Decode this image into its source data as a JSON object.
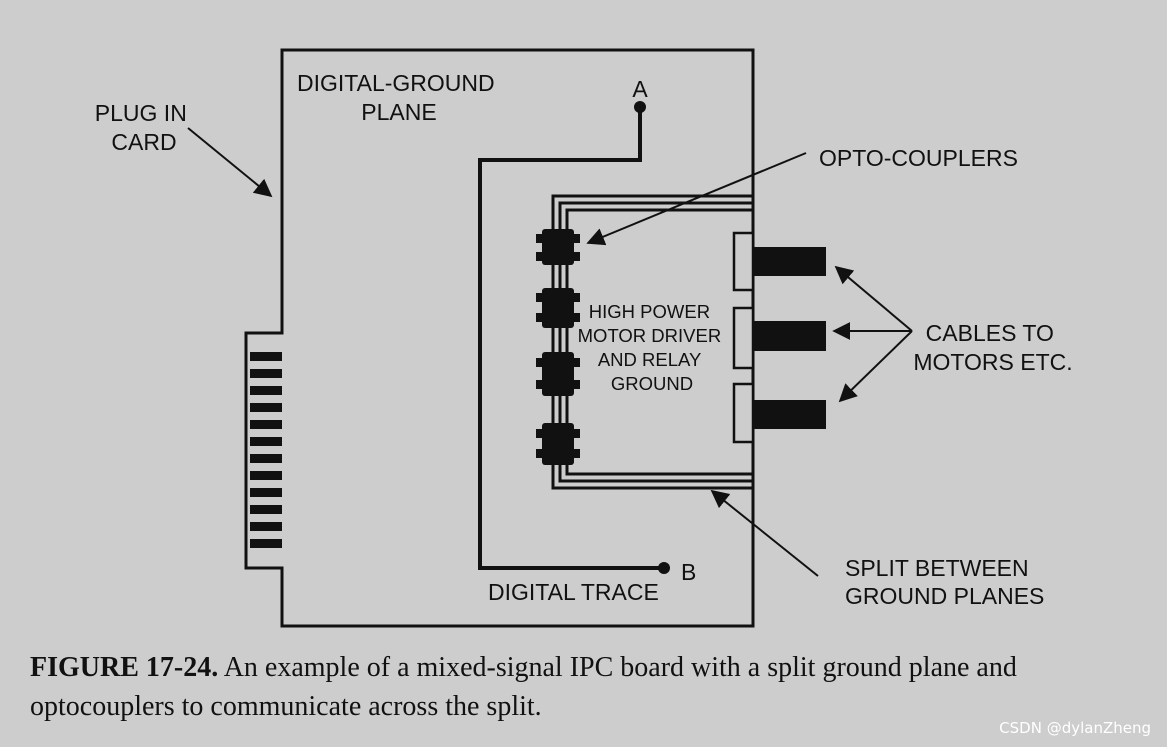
{
  "labels": {
    "plug_in_card": [
      "PLUG IN",
      "CARD"
    ],
    "digital_ground_plane": [
      "DIGITAL-GROUND",
      "PLANE"
    ],
    "point_a": "A",
    "point_b": "B",
    "opto_couplers": "OPTO-COUPLERS",
    "high_power_ground": [
      "HIGH POWER",
      "MOTOR DRIVER",
      "AND RELAY",
      "GROUND"
    ],
    "cables_to_motors": [
      "CABLES TO",
      "MOTORS ETC."
    ],
    "split_between": [
      "SPLIT BETWEEN",
      "GROUND PLANES"
    ],
    "digital_trace": "DIGITAL TRACE"
  },
  "caption": {
    "figure_number": "FIGURE 17-24.",
    "text": " An example of a mixed-signal IPC board with a split ground plane and optocouplers to communicate across the split."
  },
  "watermark": "CSDN @dylanZheng",
  "colors": {
    "background": "#cdcdcd",
    "ink": "#111111",
    "watermark": "#ffffff"
  }
}
